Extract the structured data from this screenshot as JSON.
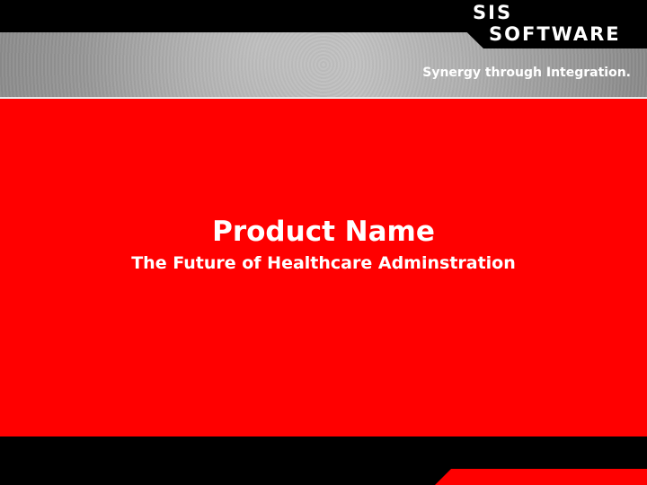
{
  "header": {
    "logo_line1": "SIS",
    "logo_line2": "SOFTWARE",
    "tagline": "Synergy through Integration."
  },
  "main": {
    "product_name": "Product Name",
    "subtitle": "The Future of Healthcare Adminstration"
  },
  "colors": {
    "background": "#000000",
    "accent_red": "#ff0000",
    "band_grey": "#a6a6a6",
    "text": "#ffffff"
  }
}
